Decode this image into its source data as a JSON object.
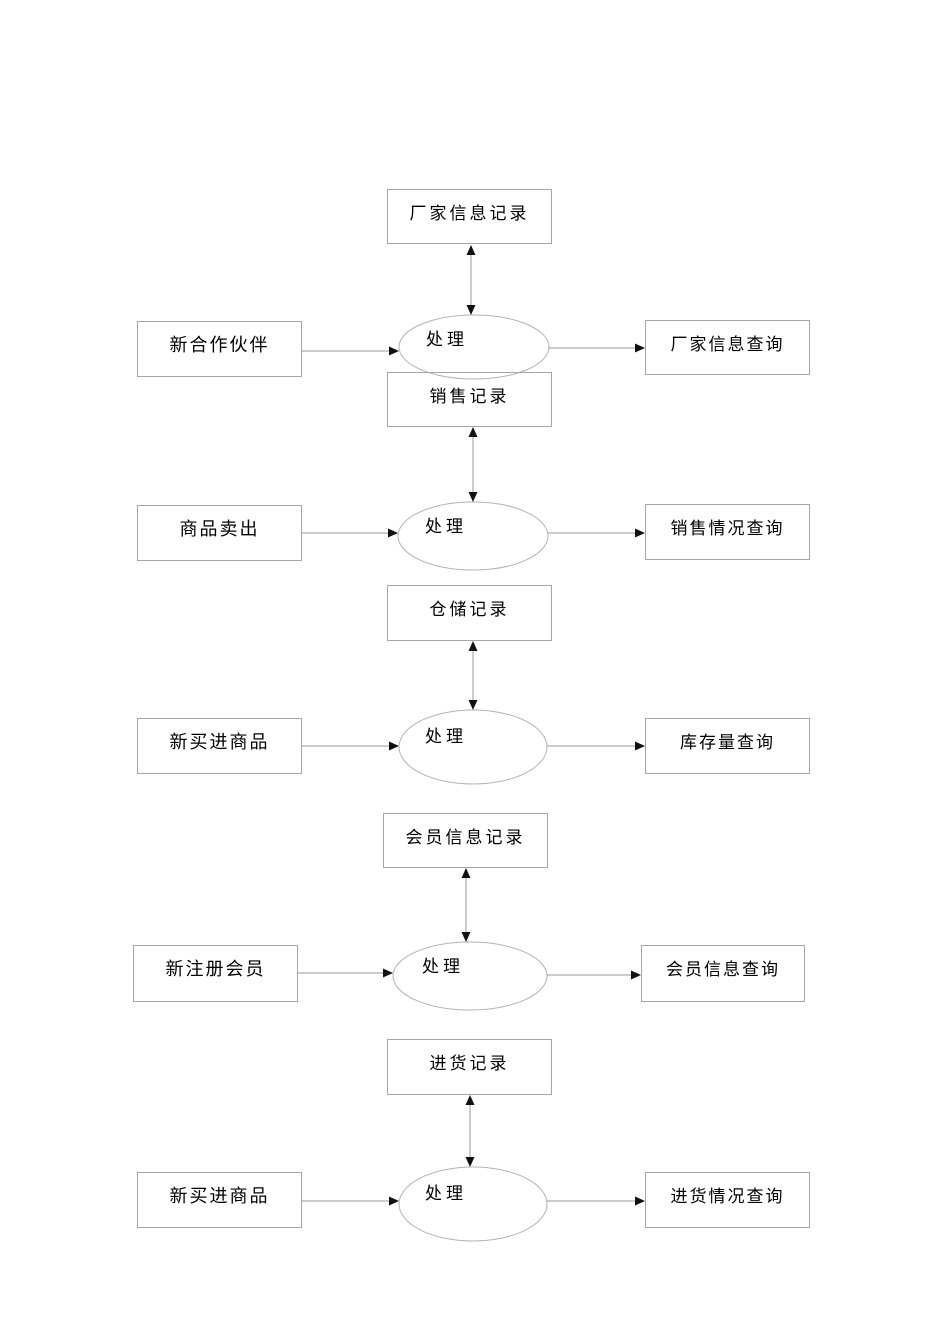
{
  "diagram": {
    "type": "data-flow-diagram",
    "rows": [
      {
        "source": "新合作伙伴",
        "store": "厂家信息记录",
        "process": "处理",
        "query": "厂家信息查询"
      },
      {
        "source": "商品卖出",
        "store": "销售记录",
        "process": "处理",
        "query": "销售情况查询"
      },
      {
        "source": "新买进商品",
        "store": "仓储记录",
        "process": "处理",
        "query": "库存量查询"
      },
      {
        "source": "新注册会员",
        "store": "会员信息记录",
        "process": "处理",
        "query": "会员信息查询"
      },
      {
        "source": "新买进商品",
        "store": "进货记录",
        "process": "处理",
        "query": "进货情况查询"
      }
    ],
    "colors": {
      "background": "#ffffff",
      "box_border": "#a6a6a6",
      "ellipse_stroke": "#b3b3b3",
      "line": "#9a9a9a",
      "arrowhead": "#111111",
      "text": "#000000"
    }
  }
}
